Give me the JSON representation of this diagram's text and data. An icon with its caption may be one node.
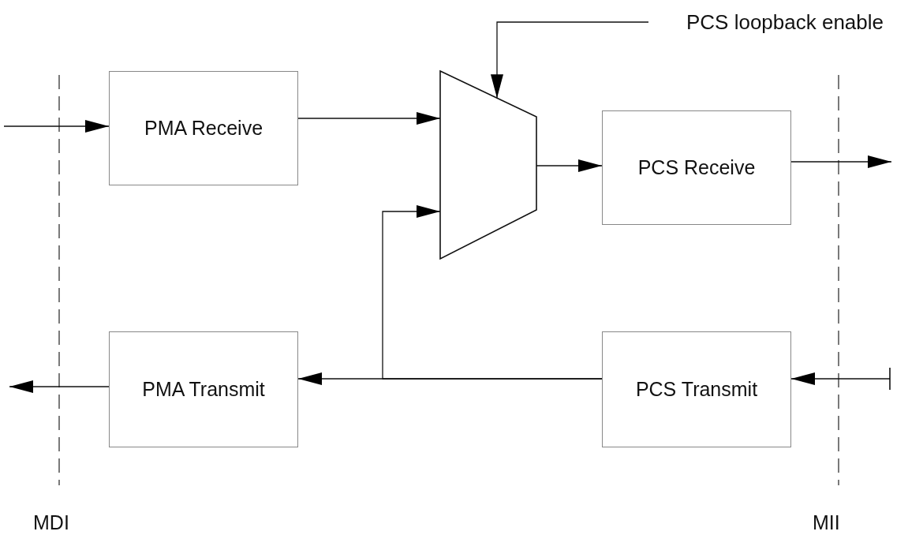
{
  "diagram": {
    "nodes": [
      {
        "text": [
          "PMA Receive"
        ]
      },
      {
        "text": [
          "PCS Receive"
        ]
      },
      {
        "text": [],
        "shape": "trapezoid"
      },
      {
        "text": [
          "PMA Transmit"
        ]
      },
      {
        "text": [
          "PCS Transmit"
        ]
      },
      {
        "text": [
          "PCS loopback enable"
        ]
      }
    ],
    "edges": [
      {
        "from": null,
        "to": 0,
        "arrow": "to"
      },
      {
        "from": 0,
        "to": 2,
        "arrow": "to"
      },
      {
        "from": 2,
        "to": 1,
        "arrow": "to"
      },
      {
        "from": 1,
        "to": null,
        "arrow": "to"
      },
      {
        "from": null,
        "to": 4,
        "arrow": "to"
      },
      {
        "from": 4,
        "to": 3,
        "arrow": "to"
      },
      {
        "from": 3,
        "to": null,
        "arrow": "to"
      },
      {
        "from": 4,
        "to": 2,
        "arrow": "to"
      },
      {
        "from": 5,
        "to": 2,
        "arrow": "to"
      }
    ],
    "labels": [
      "MDI",
      "MII"
    ]
  }
}
